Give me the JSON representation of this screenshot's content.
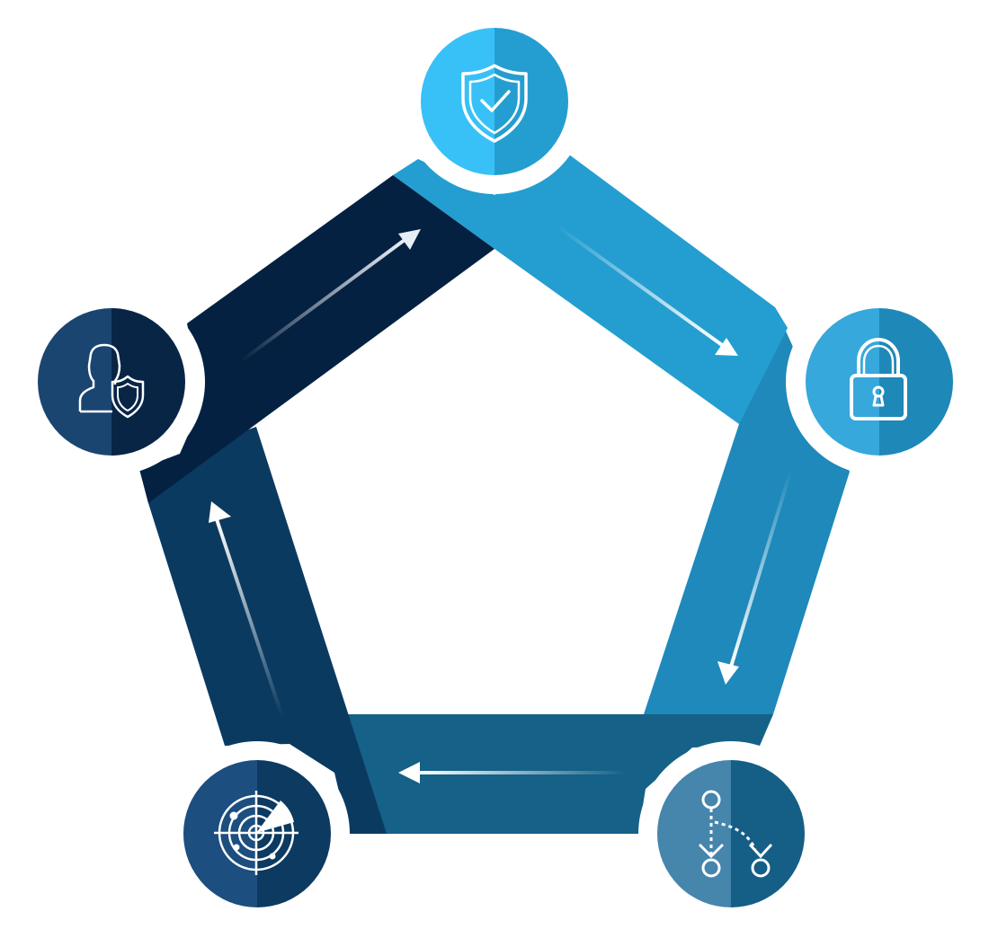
{
  "diagram": {
    "type": "cycle",
    "direction": "clockwise",
    "nodes": [
      {
        "id": "protect",
        "icon": "shield-check-icon",
        "accent": "#38C1F7",
        "shade": "#249ED0"
      },
      {
        "id": "secure",
        "icon": "padlock-icon",
        "accent": "#36A8DB",
        "shade": "#1E88B8"
      },
      {
        "id": "plan",
        "icon": "branching-path-icon",
        "accent": "#4685AC",
        "shade": "#155E86"
      },
      {
        "id": "monitor",
        "icon": "radar-icon",
        "accent": "#1C4E7F",
        "shade": "#0C3A61"
      },
      {
        "id": "identity",
        "icon": "user-shield-icon",
        "accent": "#1B4571",
        "shade": "#082546"
      }
    ],
    "segments": [
      {
        "from": "protect",
        "to": "secure",
        "color": "#249ED0"
      },
      {
        "from": "secure",
        "to": "plan",
        "color": "#1E89BA"
      },
      {
        "from": "plan",
        "to": "monitor",
        "color": "#156187"
      },
      {
        "from": "monitor",
        "to": "identity",
        "color": "#0B3A61"
      },
      {
        "from": "identity",
        "to": "protect",
        "color": "#042141"
      }
    ],
    "arrow_color": "#FFFFFF"
  }
}
